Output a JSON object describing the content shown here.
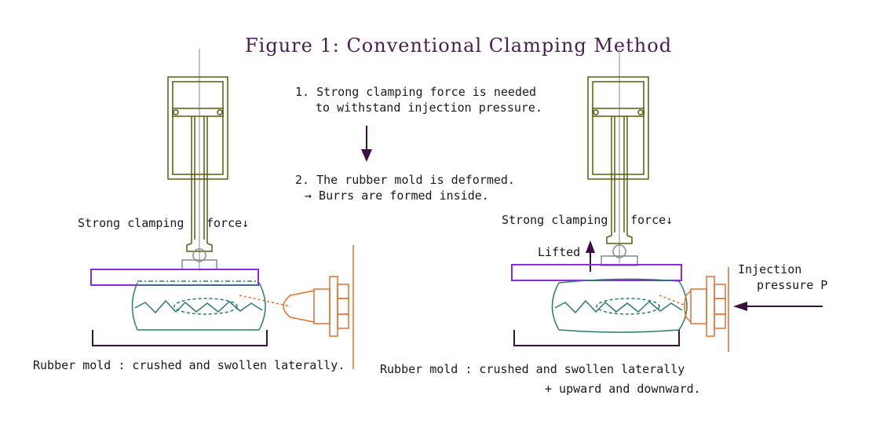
{
  "title": "Figure 1: Conventional Clamping Method",
  "notes": {
    "step1_line1": "1. Strong clamping force is needed",
    "step1_line2": "to withstand injection pressure.",
    "step2_line1": "2. The rubber mold is deformed.",
    "step2_line2": "→ Burrs are formed inside."
  },
  "left_panel": {
    "clamp_label_a": "Strong clamping",
    "clamp_label_b": "force↓",
    "mold_caption": "Rubber mold : crushed and swollen laterally."
  },
  "right_panel": {
    "clamp_label_a": "Strong clamping",
    "clamp_label_b": "force↓",
    "lifted_label": "Lifted",
    "injection_line1": "Injection",
    "injection_line2": "pressure P",
    "mold_caption_line1": "Rubber mold : crushed and swollen laterally",
    "mold_caption_line2": "+ upward and downward."
  },
  "colors": {
    "cylinder": "#5a5a10",
    "clamp_plate": "#8a2be2",
    "base": "#3a1040",
    "mold": "#2e7a6e",
    "nozzle": "#e07030",
    "arrow": "#3a1040"
  }
}
